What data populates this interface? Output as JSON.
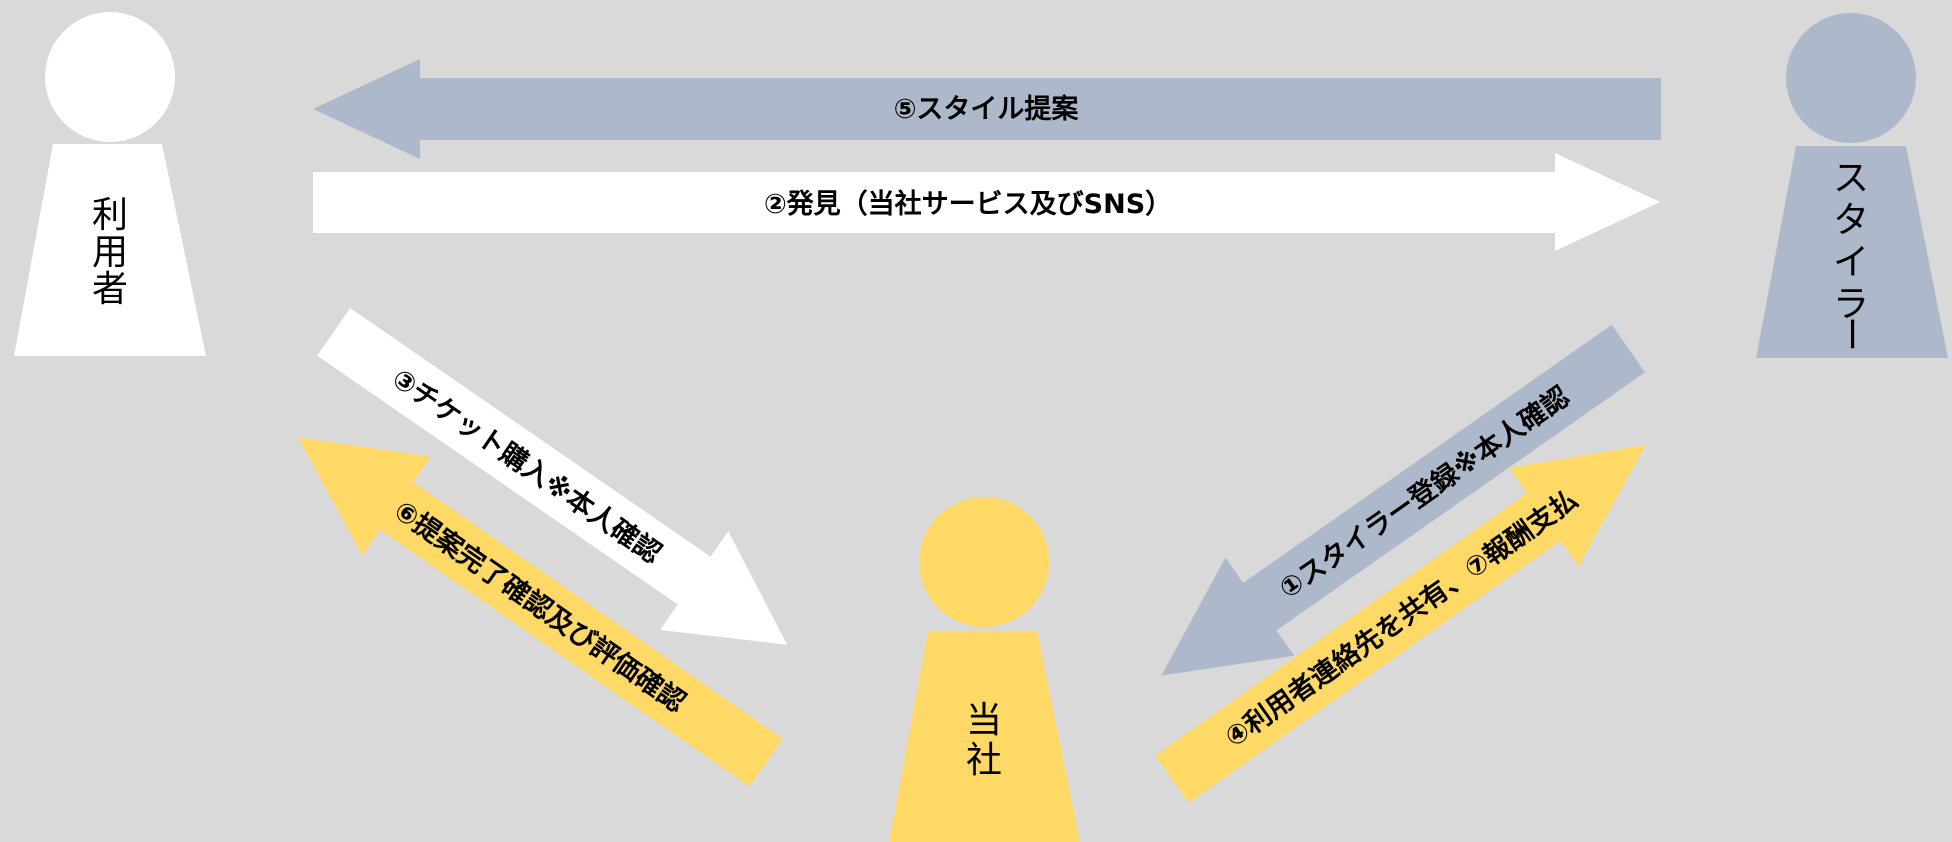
{
  "colors": {
    "background": "#d9d9d9",
    "user": "#ffffff",
    "stylist": "#adb9ca",
    "company": "#ffd966"
  },
  "actors": {
    "user": {
      "label": [
        "利",
        "用",
        "者"
      ]
    },
    "stylist": {
      "label": [
        "ス",
        "タ",
        "イ",
        "ラ",
        "ー"
      ]
    },
    "company": {
      "label": [
        "当",
        "社"
      ]
    }
  },
  "arrows": {
    "style_proposal": {
      "label": "⑤スタイル提案"
    },
    "discovery": {
      "label": "②発見（当社サービス及びSNS）"
    },
    "ticket_purchase": {
      "label": "③チケット購入※本人確認"
    },
    "completion_review": {
      "label": "⑥提案完了確認及び評価確認"
    },
    "stylist_registration": {
      "label": "①スタイラー登録※本人確認"
    },
    "share_contact_payment": {
      "label": "④利用者連絡先を共有、⑦報酬支払"
    }
  }
}
